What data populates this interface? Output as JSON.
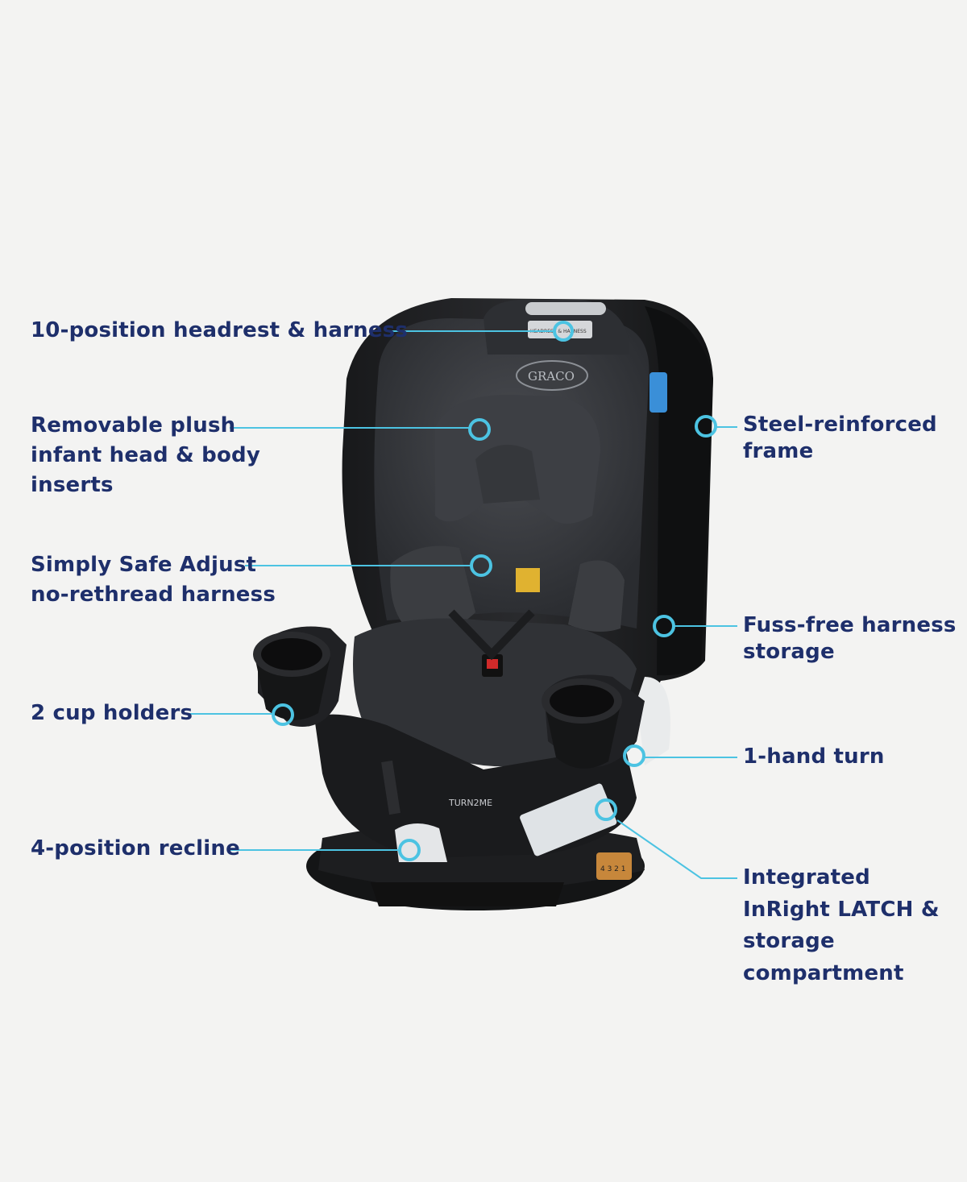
{
  "features": {
    "headrest": "10-position headrest & harness",
    "inserts": "Removable plush\ninfant head & body\ninserts",
    "harness": "Simply Safe Adjust\nno-rethread harness",
    "cupholders": "2 cup holders",
    "recline": "4-position recline",
    "frame": "Steel-reinforced\nframe",
    "storage": "Fuss-free harness\nstorage",
    "turn": "1-hand turn",
    "latch": "Integrated\nInRight LATCH &\nstorage\ncompartment"
  },
  "product": {
    "brand_logo": "GRACO",
    "model_name": "TURN2ME",
    "headrest_tag": "HEADREST & HARNESS",
    "recline_indicator": "4 3 2 1"
  },
  "colors": {
    "background": "#f3f3f2",
    "label_text": "#1e2f6b",
    "callout_accent": "#4cc3e2",
    "seat_body": "#1c1d1f",
    "seat_fabric": "#3a3c40"
  }
}
